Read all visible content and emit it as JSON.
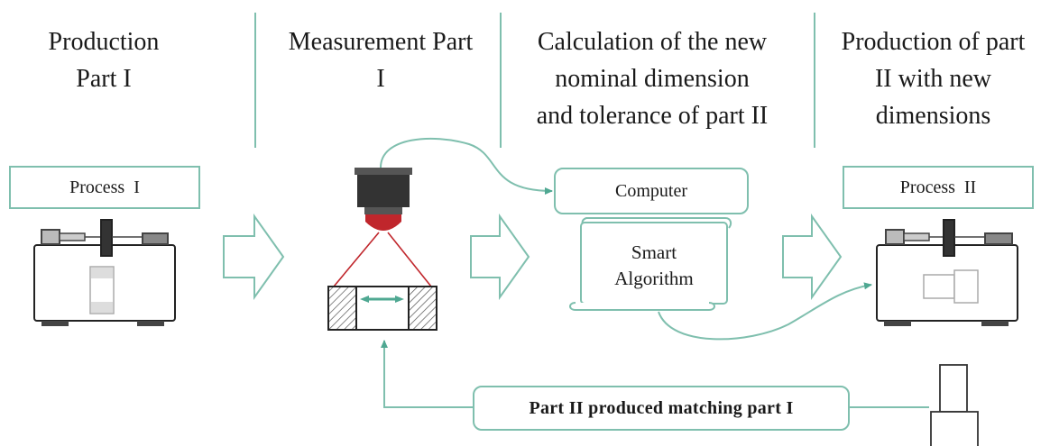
{
  "headers": {
    "col1": [
      "Production",
      "Part I"
    ],
    "col2": [
      "Measurement Part",
      "I"
    ],
    "col3": [
      "Calculation of the new",
      "nominal dimension",
      "and tolerance of part II"
    ],
    "col4": [
      "Production of part",
      "II with new",
      "dimensions"
    ]
  },
  "boxes": {
    "process1": "Process  I",
    "computer": "Computer",
    "algorithm_line1": "Smart",
    "algorithm_line2": "Algorithm",
    "process2": "Process  II",
    "bottom": "Part II produced matching part I"
  },
  "colors": {
    "accent": "#7fbfae",
    "arrow_accent": "#4fa892",
    "lens_red": "#c0262c",
    "camera_dark": "#333333"
  }
}
